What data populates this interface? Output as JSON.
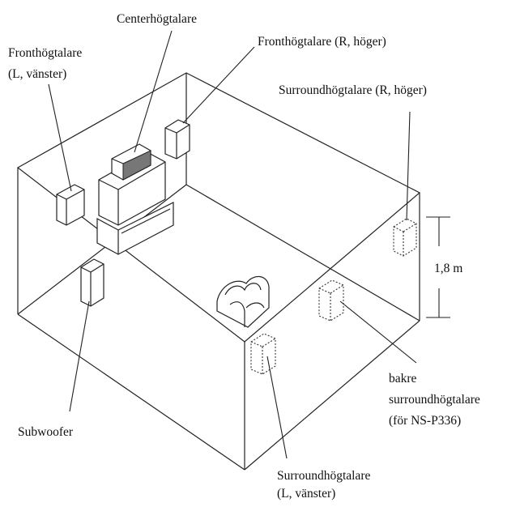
{
  "labels": {
    "center": "Centerhögtalare",
    "front_left_1": "Fronthögtalare",
    "front_left_2": "(L, vänster)",
    "front_right": "Fronthögtalare (R, höger)",
    "surround_right": "Surroundhögtalare (R, höger)",
    "height": "1,8 m",
    "rear_1": "bakre",
    "rear_2": "surroundhögtalare",
    "rear_3": "(för NS-P336)",
    "subwoofer": "Subwoofer",
    "surround_left_1": "Surroundhögtalare",
    "surround_left_2": "(L, vänster)"
  }
}
